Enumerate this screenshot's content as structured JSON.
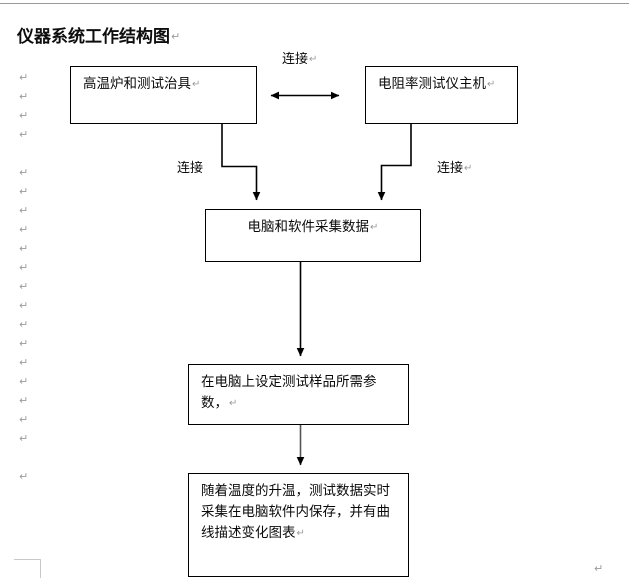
{
  "document": {
    "title": "仪器系统工作结构图",
    "pilcrow": "↵"
  },
  "diagram": {
    "boxes": [
      {
        "id": "furnace-fixture",
        "label": "高温炉和测试治具"
      },
      {
        "id": "resistivity-host",
        "label": "电阻率测试仪主机"
      },
      {
        "id": "pc-software-acq",
        "label": "电脑和软件采集数据"
      },
      {
        "id": "set-parameters",
        "line1": "在电脑上设定测试样品所需参",
        "line2": "数，"
      },
      {
        "id": "realtime-record",
        "line1": "随着温度的升温，测试数据实时",
        "line2": "采集在电脑软件内保存，并有曲",
        "line3": "线描述变化图表"
      }
    ],
    "edge_labels": {
      "top_connect": "连接",
      "left_connect": "连接",
      "right_connect": "连接"
    },
    "colors": {
      "stroke": "#000000",
      "page_background": "#ffffff",
      "rule": "#9a9a9a",
      "mark": "#9b9b9b"
    }
  },
  "margin_marks": {
    "glyph": "↵",
    "tops": [
      72,
      91,
      110,
      129,
      167,
      186,
      205,
      224,
      243,
      262,
      281,
      300,
      319,
      338,
      357,
      376,
      395,
      414,
      433,
      471
    ]
  },
  "footer": {
    "pilcrow": "↵"
  }
}
